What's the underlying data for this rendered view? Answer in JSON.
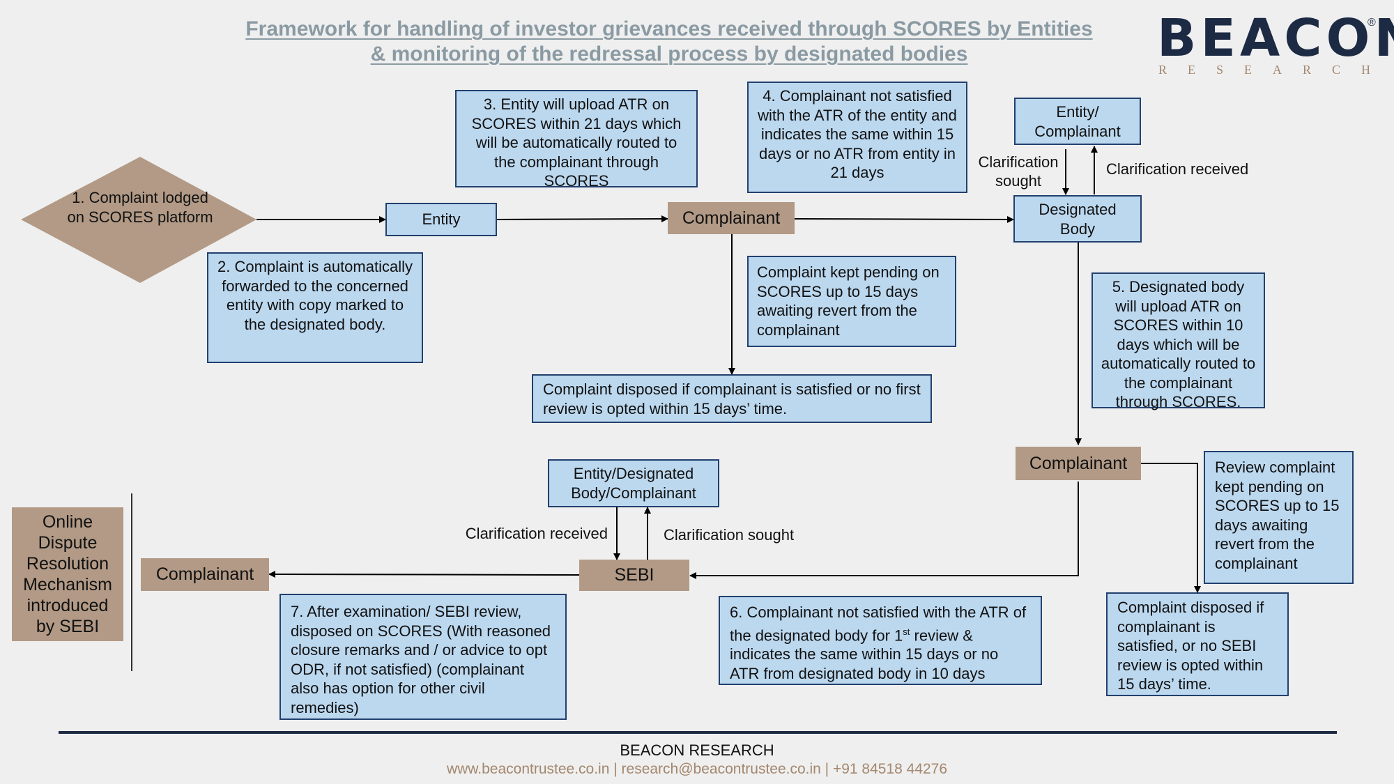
{
  "title": {
    "line1": "Framework for handling of investor grievances received through SCORES by Entities",
    "line2": "& monitoring of the redressal process by designated bodies"
  },
  "logo": {
    "word": "BEACON",
    "sub": "RESEARCH",
    "reg": "®"
  },
  "nodes": {
    "complaint_lodged": "1. Complaint lodged on SCORES platform",
    "entity": "Entity",
    "complainant_1": "Complainant",
    "designated_body": "Designated Body",
    "entity_complainant": "Entity/ Complainant",
    "complainant_2": "Complainant",
    "sebi": "SEBI",
    "entity_designated_complainant": "Entity/Designated Body/Complainant",
    "complainant_3": "Complainant",
    "odr": "Online Dispute Resolution Mechanism introduced by SEBI"
  },
  "notes": {
    "step2": "2. Complaint is automatically forwarded to the concerned entity with copy marked to the designated body.",
    "step3": "3. Entity will upload ATR on SCORES within 21 days which will be automatically routed to the complainant through SCORES",
    "step4": "4. Complainant not satisfied with the ATR of the entity and indicates the same within 15 days or no ATR from entity in 21 days",
    "pending_15": "Complaint kept pending on SCORES up to 15 days awaiting revert from the complainant",
    "disposed_1": "Complaint disposed if complainant is satisfied or no first review is opted within 15 days’ time.",
    "step5": "5. Designated body will upload ATR on SCORES within 10 days which will be automatically routed to the complainant through SCORES.",
    "review_pending": "Review complaint kept pending on SCORES up to 15 days awaiting revert from the complainant",
    "disposed_2": "Complaint disposed if complainant is satisfied, or no SEBI review is opted within 15 days’ time.",
    "step6_a": "6. Complainant not satisfied with the ATR of the designated body for 1",
    "step6_sup": "st",
    "step6_b": " review & indicates the same within 15 days or no ATR from designated body in 10 days",
    "step7": "7. After examination/ SEBI review, disposed on SCORES (With reasoned closure remarks and / or advice to opt ODR, if not satisfied) (complainant also has option for other civil remedies)"
  },
  "labels": {
    "clarification_sought_top": "Clarification sought",
    "clarification_received_top": "Clarification received",
    "clarification_received_bottom": "Clarification received",
    "clarification_sought_bottom": "Clarification sought"
  },
  "footer": {
    "name": "BEACON RESEARCH",
    "contact": "www.beacontrustee.co.in | research@beacontrustee.co.in | +91 84518 44276"
  },
  "colors": {
    "box_fill": "#bcd8ef",
    "box_border": "#22406e",
    "tan": "#b29a86",
    "title": "#8a9aa3",
    "navy": "#1c2a44"
  }
}
